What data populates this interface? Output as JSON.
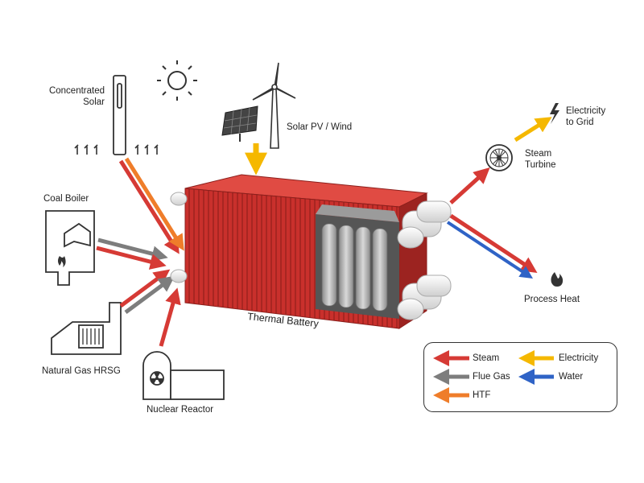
{
  "sources": {
    "concentrated_solar": "Concentrated\nSolar",
    "solar_pv_wind": "Solar PV / Wind",
    "coal_boiler": "Coal Boiler",
    "natural_gas_hrsg": "Natural Gas HRSG",
    "nuclear_reactor": "Nuclear Reactor"
  },
  "center": {
    "thermal_battery": "Thermal Battery"
  },
  "outputs": {
    "electricity_to_grid": "Electricity\nto Grid",
    "steam_turbine": "Steam\nTurbine",
    "process_heat": "Process Heat"
  },
  "legend": {
    "items": [
      {
        "label": "Steam",
        "color": "#d63a35"
      },
      {
        "label": "Electricity",
        "color": "#f5b800"
      },
      {
        "label": "Flue Gas",
        "color": "#7d7d7d"
      },
      {
        "label": "Water",
        "color": "#2f63c6"
      },
      {
        "label": "HTF",
        "color": "#ef7d2a"
      }
    ]
  },
  "colors": {
    "container": "#c9302c",
    "container_dark": "#9c2320",
    "pipe": "#eeeeee"
  }
}
